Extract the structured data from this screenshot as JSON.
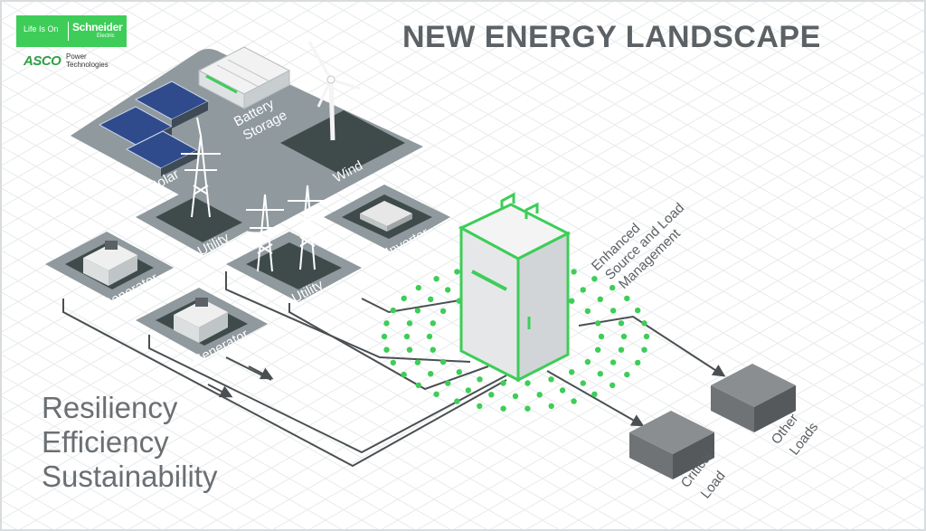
{
  "title": "NEW ENERGY LANDSCAPE",
  "logos": {
    "schneider_tagline": "Life Is On",
    "schneider_brand": "Schneider",
    "schneider_sub": "Electric",
    "asco_brand": "ASCO",
    "asco_sub_1": "Power",
    "asco_sub_2": "Technologies"
  },
  "tiles": {
    "solar": "Solar",
    "battery_1": "Battery",
    "battery_2": "Storage",
    "wind": "Wind",
    "utility_1": "Utility",
    "utility_2": "Utility",
    "inverter": "Inverter",
    "generator_1": "Generator",
    "generator_2": "Generator"
  },
  "controller": {
    "label_1": "Enhanced",
    "label_2": "Source and Load",
    "label_3": "Management"
  },
  "loads": {
    "critical_1": "Critical",
    "critical_2": "Load",
    "other_1": "Other",
    "other_2": "Loads"
  },
  "slogans": [
    "Resiliency",
    "Efficiency",
    "Sustainability"
  ],
  "colors": {
    "accent_green": "#3dcd58",
    "tile_gray": "#9aa3a8",
    "tile_dark": "#4d5a5a",
    "text_gray": "#5c6165"
  }
}
